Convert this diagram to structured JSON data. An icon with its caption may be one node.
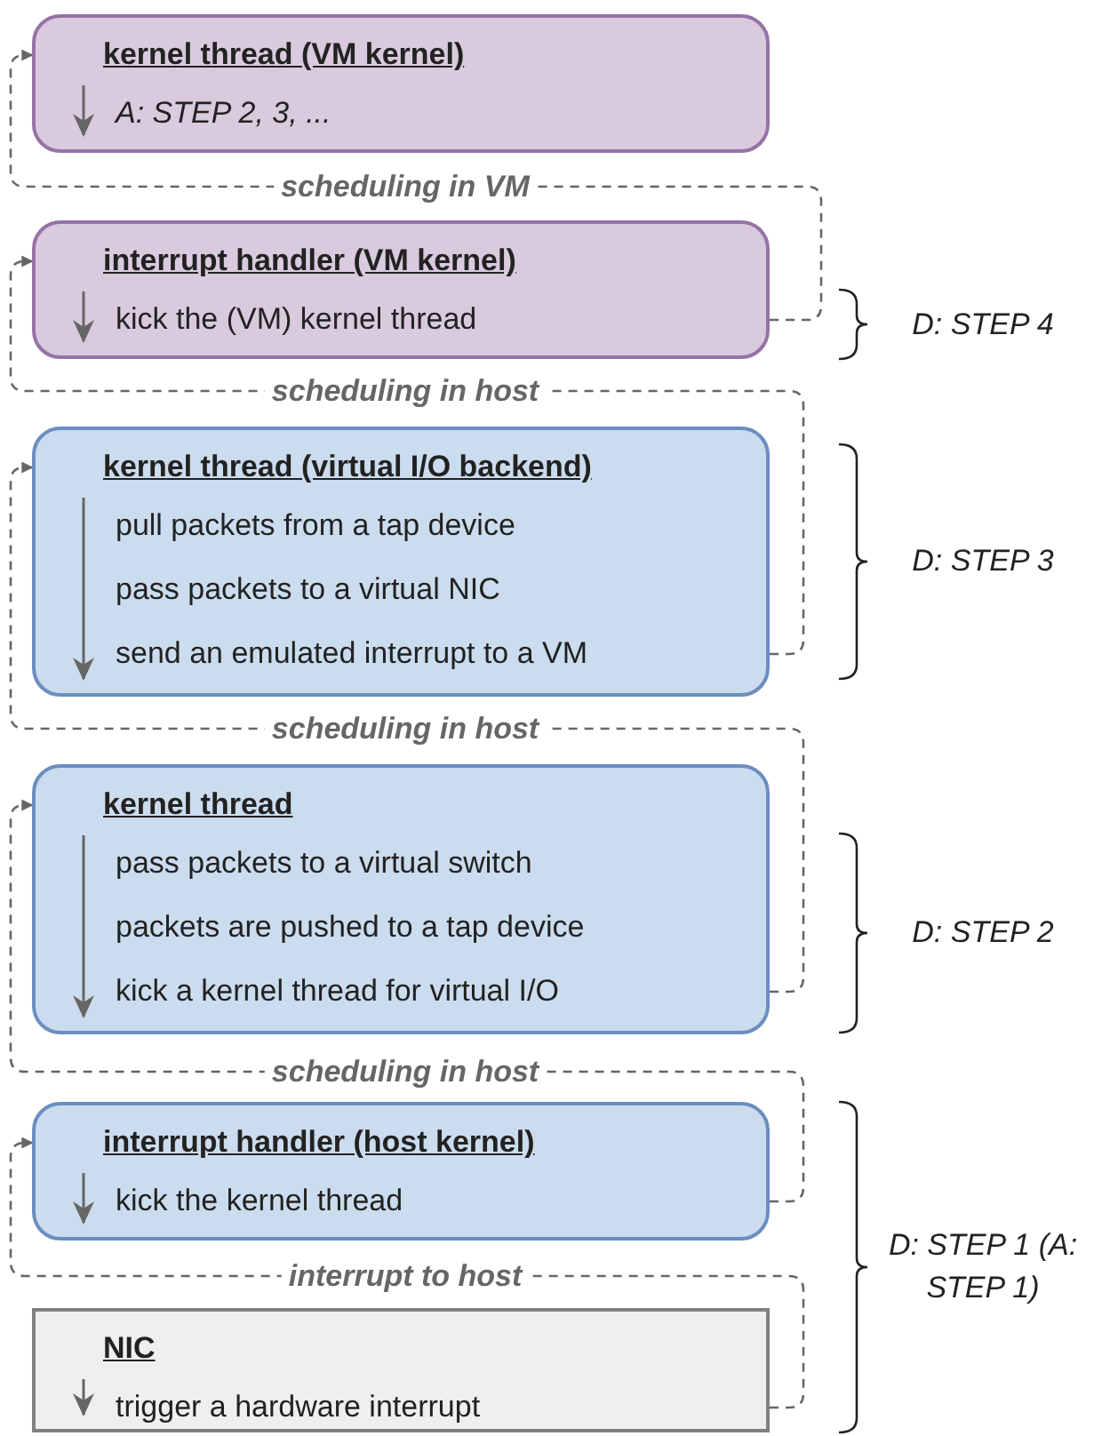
{
  "diagram": {
    "nodes": [
      {
        "text": [
          "kernel thread (VM kernel)",
          "A: STEP 2, 3, ..."
        ]
      },
      {
        "text": [
          "interrupt handler (VM kernel)",
          "kick the (VM) kernel thread"
        ]
      },
      {
        "text": [
          "kernel thread (virtual I/O backend)",
          "pull packets from a tap device",
          "pass packets to a virtual NIC",
          "send an emulated interrupt to a VM"
        ]
      },
      {
        "text": [
          "kernel thread",
          "pass packets to a virtual switch",
          "packets are pushed to a tap device",
          "kick a kernel thread for virtual I/O"
        ]
      },
      {
        "text": [
          "interrupt handler (host kernel)",
          "kick the kernel thread"
        ]
      },
      {
        "text": [
          "NIC",
          "trigger a hardware interrupt"
        ]
      }
    ],
    "edges": [
      {
        "from": 1,
        "to": 0,
        "arrow": "to",
        "label": "scheduling in VM",
        "style": "dashed"
      },
      {
        "from": 2,
        "to": 1,
        "arrow": "to",
        "label": "scheduling in host",
        "style": "dashed"
      },
      {
        "from": 3,
        "to": 2,
        "arrow": "to",
        "label": "scheduling in host",
        "style": "dashed"
      },
      {
        "from": 4,
        "to": 3,
        "arrow": "to",
        "label": "scheduling in host",
        "style": "dashed"
      },
      {
        "from": 5,
        "to": 4,
        "arrow": "to",
        "label": "interrupt to host",
        "style": "dashed"
      }
    ],
    "labels": [
      "D: STEP 4",
      "D: STEP 3",
      "D: STEP 2",
      "D: STEP 1 (A: STEP 1)"
    ]
  }
}
